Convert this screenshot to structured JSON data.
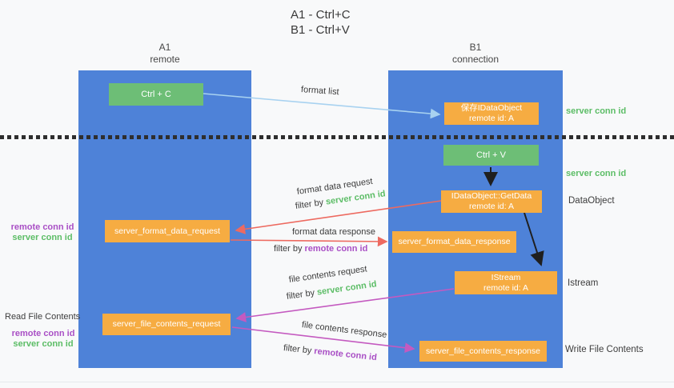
{
  "title": {
    "line1": "A1 - Ctrl+C",
    "line2": "B1 - Ctrl+V"
  },
  "lifelines": {
    "a1": {
      "name": "A1",
      "role": "remote"
    },
    "b1": {
      "name": "B1",
      "role": "connection"
    }
  },
  "nodes": {
    "ctrl_c": {
      "label": "Ctrl + C"
    },
    "ctrl_v": {
      "label": "Ctrl + V"
    },
    "save_idataobject": {
      "line1": "保存IDataObject",
      "line2": "remote id: A"
    },
    "getdata": {
      "line1": "IDataObject::GetData",
      "line2": "remote id: A"
    },
    "istream": {
      "line1": "IStream",
      "line2": "remote id: A"
    },
    "format_request": {
      "label": "server_format_data_request"
    },
    "format_response": {
      "label": "server_format_data_response"
    },
    "file_request": {
      "label": "server_file_contents_request"
    },
    "file_response": {
      "label": "server_file_contents_response"
    }
  },
  "edge_labels": {
    "format_list": "format list",
    "format_data_request": "format data request",
    "format_data_response": "format data response",
    "file_contents_request": "file contents request",
    "file_contents_response": "file contents response",
    "filter_by": "filter by"
  },
  "side_labels": {
    "server_conn_id": "server conn id",
    "remote_conn_id": "remote conn id",
    "dataobject": "DataObject",
    "istream": "Istream",
    "read_file_contents": "Read File Contents",
    "write_file_contents": "Write File Contents"
  },
  "colors": {
    "lifeline_blue": "#4e82d8",
    "node_orange": "#f6ac42",
    "node_green": "#6dbe76",
    "server_conn_green": "#5cbd66",
    "remote_conn_purple": "#a94fc5",
    "format_arrow_red": "#ed6a60",
    "file_arrow_magenta": "#c45ac0",
    "format_list_blue": "#a8d2f0",
    "black_arrow": "#1f1f1f"
  }
}
